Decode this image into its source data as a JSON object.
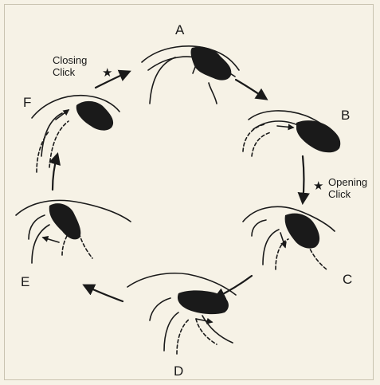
{
  "stages": [
    {
      "id": "A",
      "label": "A"
    },
    {
      "id": "B",
      "label": "B"
    },
    {
      "id": "C",
      "label": "C"
    },
    {
      "id": "D",
      "label": "D"
    },
    {
      "id": "E",
      "label": "E"
    },
    {
      "id": "F",
      "label": "F"
    }
  ],
  "annotations": {
    "closing_click": {
      "line1": "Closing",
      "line2": "Click",
      "marker": "★"
    },
    "opening_click": {
      "line1": "Opening",
      "line2": "Click",
      "marker": "★"
    }
  },
  "colors": {
    "background": "#f6f2e6",
    "ink": "#1a1a1a"
  }
}
